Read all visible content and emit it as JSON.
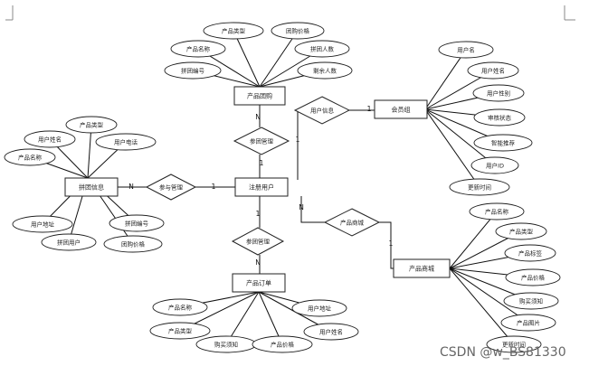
{
  "watermark": "CSDN @w_BS81330",
  "entities": [
    {
      "id": "group_product",
      "label": "产品团购"
    },
    {
      "id": "user",
      "label": "注册用户"
    },
    {
      "id": "group_info",
      "label": "拼团信息"
    },
    {
      "id": "order",
      "label": "产品订单"
    },
    {
      "id": "mall",
      "label": "产品商城"
    },
    {
      "id": "member",
      "label": "会员组"
    }
  ],
  "relationships": [
    {
      "id": "r_group",
      "label": "参团管理"
    },
    {
      "id": "r_join",
      "label": "参与管理"
    },
    {
      "id": "r_userinfo",
      "label": "用户信息"
    },
    {
      "id": "r_buy",
      "label": "参团管理"
    },
    {
      "id": "r_mall",
      "label": "产品商城"
    }
  ],
  "attributes": [
    {
      "id": "a1",
      "label": "产品类型"
    },
    {
      "id": "a2",
      "label": "团购价格"
    },
    {
      "id": "a3",
      "label": "产品名称"
    },
    {
      "id": "a4",
      "label": "拼团人数"
    },
    {
      "id": "a5",
      "label": "拼团编号"
    },
    {
      "id": "a6",
      "label": "剩余人数"
    },
    {
      "id": "b1",
      "label": "产品类型"
    },
    {
      "id": "b2",
      "label": "用户姓名"
    },
    {
      "id": "b3",
      "label": "用户电话"
    },
    {
      "id": "b4",
      "label": "产品名称"
    },
    {
      "id": "b5",
      "label": "用户地址"
    },
    {
      "id": "b6",
      "label": "拼团编号"
    },
    {
      "id": "b7",
      "label": "拼团用户"
    },
    {
      "id": "b8",
      "label": "团购价格"
    },
    {
      "id": "c1",
      "label": "用户名"
    },
    {
      "id": "c2",
      "label": "用户姓名"
    },
    {
      "id": "c3",
      "label": "用户性别"
    },
    {
      "id": "c4",
      "label": "审核状态"
    },
    {
      "id": "c5",
      "label": "智能推荐"
    },
    {
      "id": "c6",
      "label": "用户ID"
    },
    {
      "id": "c7",
      "label": "更新时间"
    },
    {
      "id": "d1",
      "label": "产品名称"
    },
    {
      "id": "d2",
      "label": "产品类型"
    },
    {
      "id": "d3",
      "label": "产品标签"
    },
    {
      "id": "d4",
      "label": "产品价格"
    },
    {
      "id": "d5",
      "label": "购买须知"
    },
    {
      "id": "d6",
      "label": "产品图片"
    },
    {
      "id": "d7",
      "label": "更新时间"
    },
    {
      "id": "e1",
      "label": "产品名称"
    },
    {
      "id": "e2",
      "label": "用户地址"
    },
    {
      "id": "e3",
      "label": "产品类型"
    },
    {
      "id": "e4",
      "label": "用户姓名"
    },
    {
      "id": "e5",
      "label": "购买须知"
    },
    {
      "id": "e6",
      "label": "产品价格"
    }
  ],
  "cardinalities": [
    {
      "id": "k1",
      "label": "N"
    },
    {
      "id": "k2",
      "label": "1"
    },
    {
      "id": "k3",
      "label": "N"
    },
    {
      "id": "k4",
      "label": "1"
    },
    {
      "id": "k5",
      "label": "1"
    },
    {
      "id": "k6",
      "label": "1"
    },
    {
      "id": "k7",
      "label": "1"
    },
    {
      "id": "k8",
      "label": "N"
    },
    {
      "id": "k9",
      "label": "N"
    },
    {
      "id": "k10",
      "label": "1"
    }
  ]
}
